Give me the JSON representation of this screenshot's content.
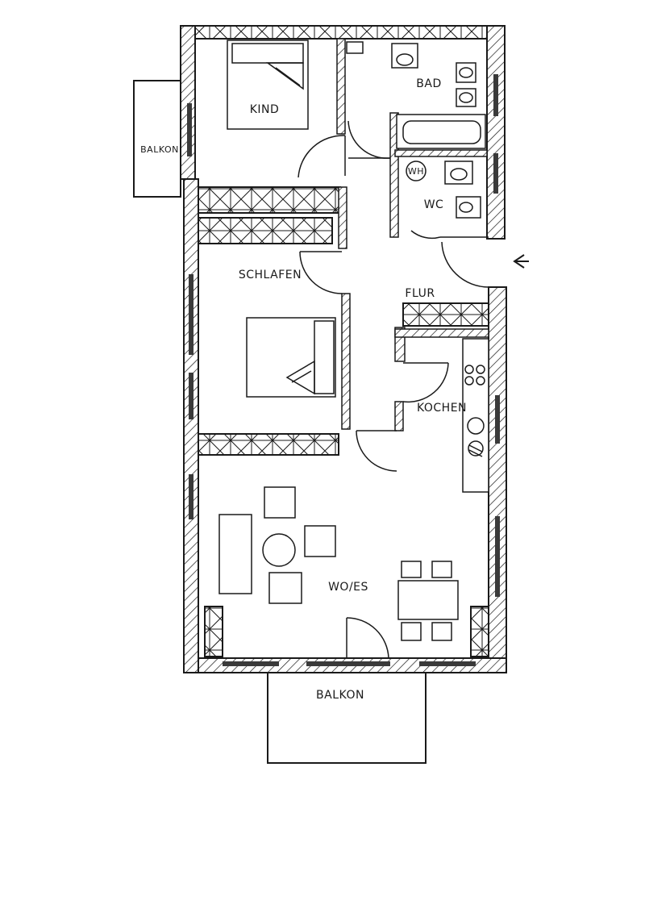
{
  "rooms": {
    "kind": "KIND",
    "bad": "BAD",
    "wc": "WC",
    "schlafen": "SCHLAFEN",
    "flur": "FLUR",
    "kochen": "KOCHEN",
    "wohnen_essen": "WO/ES"
  },
  "balconies": {
    "side": "BALKON",
    "bottom": "BALKON"
  },
  "fixtures": {
    "water_heater": "WH"
  },
  "entrance": {
    "marker": "arrow-left"
  }
}
